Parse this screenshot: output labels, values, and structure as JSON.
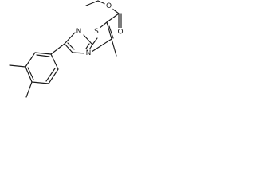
{
  "atoms": {
    "sulfur": "S",
    "bridgehead_nitrogen": "N",
    "imidazole_nitrogen": "N",
    "carbonyl_oxygen": "O",
    "ester_oxygen": "O"
  }
}
